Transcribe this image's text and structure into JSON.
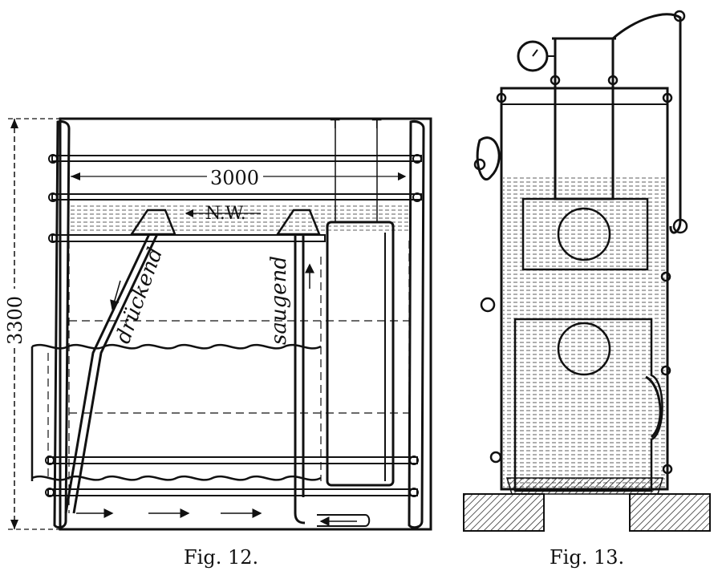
{
  "fig12": {
    "caption": "Fig. 12.",
    "dim_width": "3000",
    "dim_height": "3300",
    "water_level": "N.W.",
    "pipe_left": "drückend",
    "pipe_right": "saugend"
  },
  "fig13": {
    "caption": "Fig. 13."
  }
}
